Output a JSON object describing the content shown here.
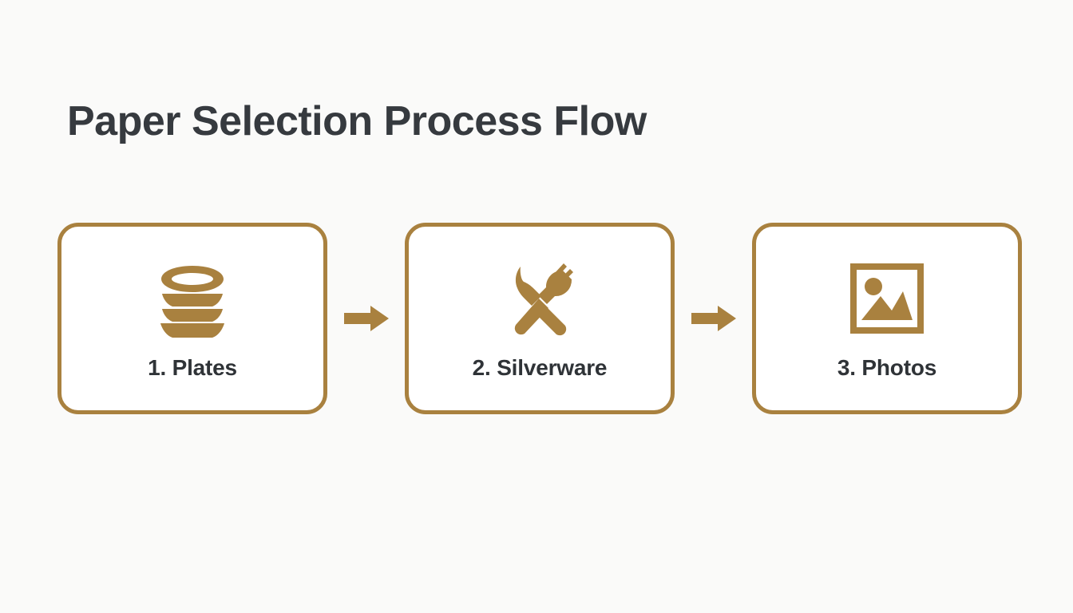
{
  "slide": {
    "background_color": "#fafaf9",
    "title": "Paper Selection Process Flow",
    "title_color": "#363a3f",
    "accent_color": "#a9813f",
    "label_color": "#2f3337"
  },
  "flow": {
    "arrow_icon_name": "right-arrow-icon",
    "arrow_color": "#a9813f",
    "steps": [
      {
        "label": "1. Plates",
        "icon": "stacked-plates-icon",
        "icon_color": "#a9813f"
      },
      {
        "label": "2. Silverware",
        "icon": "knife-and-fork-icon",
        "icon_color": "#a9813f"
      },
      {
        "label": "3. Photos",
        "icon": "photo-image-icon",
        "icon_color": "#a9813f"
      }
    ]
  }
}
